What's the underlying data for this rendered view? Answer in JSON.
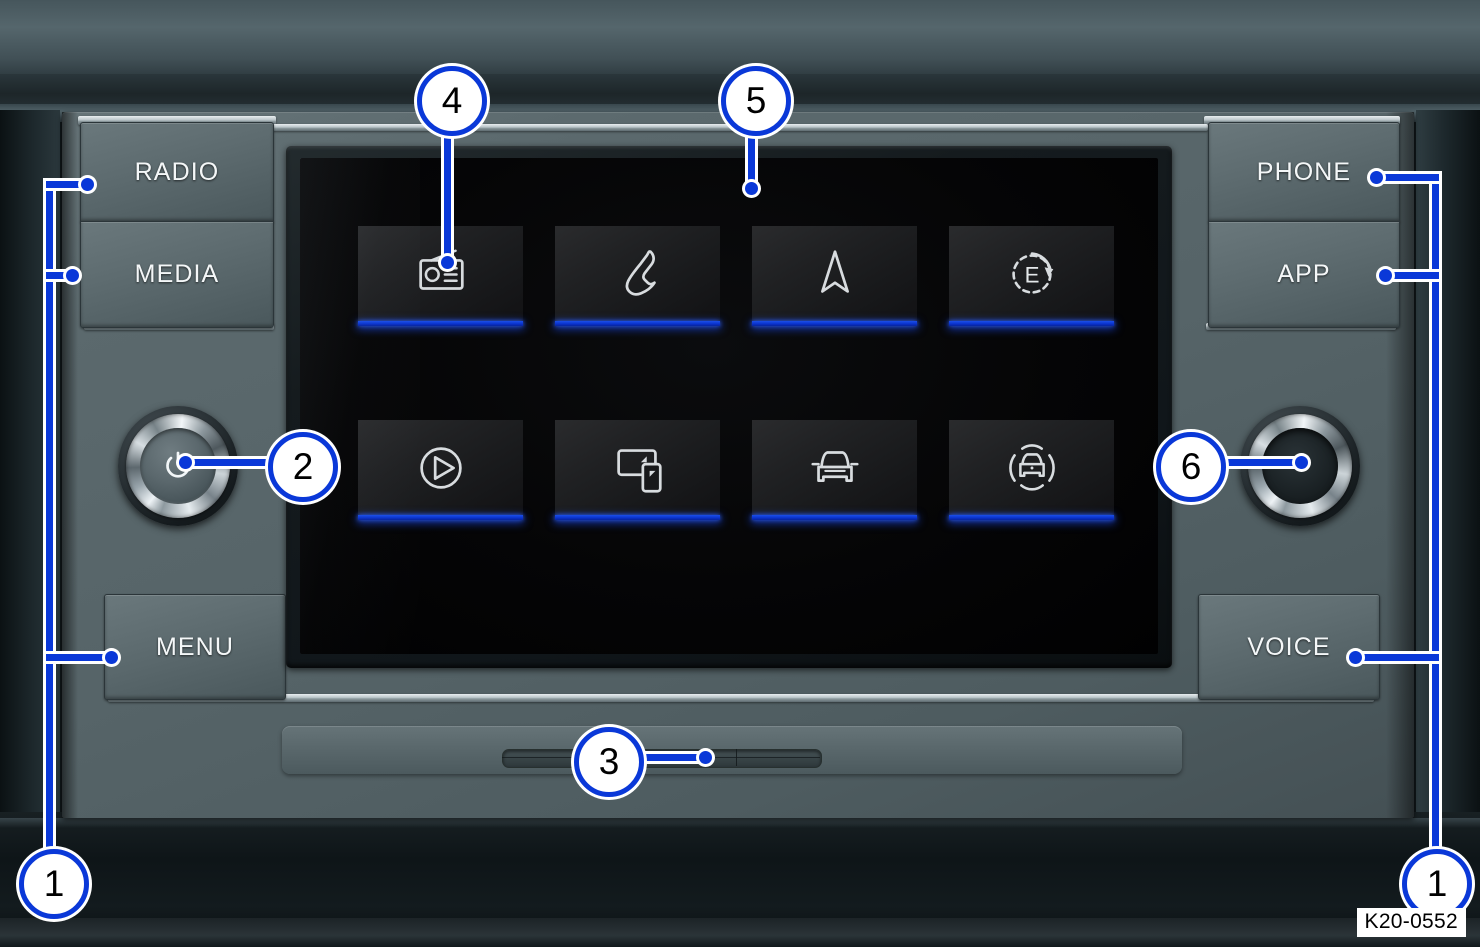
{
  "image_code": "K20-0552",
  "device": {
    "name": "infotainment-head-unit",
    "panel_color": "#566468",
    "accent_blue": "#0a38d8",
    "tile_underline_color": "#0a34cf"
  },
  "hard_buttons": {
    "left": [
      {
        "label": "RADIO",
        "name": "radio-button"
      },
      {
        "label": "MEDIA",
        "name": "media-button"
      },
      {
        "label": "MENU",
        "name": "menu-button"
      }
    ],
    "right": [
      {
        "label": "PHONE",
        "name": "phone-button"
      },
      {
        "label": "APP",
        "name": "app-button"
      },
      {
        "label": "VOICE",
        "name": "voice-button"
      }
    ]
  },
  "knobs": {
    "left": {
      "name": "power-volume-knob",
      "icon": "power-icon",
      "has_power_symbol": true
    },
    "right": {
      "name": "tune-knob",
      "icon": "none",
      "has_power_symbol": false
    }
  },
  "slot": {
    "name": "cd-slot",
    "label": ""
  },
  "screen": {
    "name": "touchscreen-home",
    "rows": 2,
    "columns": 4,
    "tiles": [
      {
        "icon": "radio-icon",
        "name": "tile-radio",
        "row": 1,
        "col": 1
      },
      {
        "icon": "phone-handset-icon",
        "name": "tile-phone",
        "row": 1,
        "col": 2
      },
      {
        "icon": "navigation-arrow-icon",
        "name": "tile-navigation",
        "row": 1,
        "col": 3
      },
      {
        "icon": "eco-efficiency-icon",
        "name": "tile-efficiency",
        "row": 1,
        "col": 4
      },
      {
        "icon": "play-circle-icon",
        "name": "tile-media",
        "row": 2,
        "col": 1
      },
      {
        "icon": "screen-mirroring-icon",
        "name": "tile-app-connect",
        "row": 2,
        "col": 2
      },
      {
        "icon": "car-front-icon",
        "name": "tile-vehicle",
        "row": 2,
        "col": 3
      },
      {
        "icon": "parking-sensors-icon",
        "name": "tile-parking-assist",
        "row": 2,
        "col": 4
      }
    ]
  },
  "callouts": [
    {
      "number": "1",
      "name": "callout-1-left",
      "target": "function-buttons-left"
    },
    {
      "number": "1",
      "name": "callout-1-right",
      "target": "function-buttons-right"
    },
    {
      "number": "2",
      "name": "callout-2",
      "target": "power-volume-knob"
    },
    {
      "number": "3",
      "name": "callout-3",
      "target": "screen-tile"
    },
    {
      "number": "4",
      "name": "callout-4",
      "target": "cd-slot"
    },
    {
      "number": "5",
      "name": "callout-5",
      "target": "touchscreen"
    },
    {
      "number": "6",
      "name": "callout-6",
      "target": "tune-knob"
    }
  ]
}
